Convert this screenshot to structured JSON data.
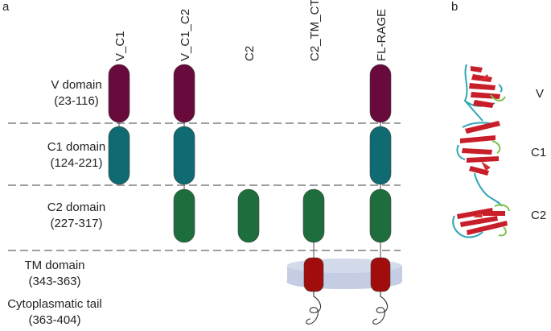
{
  "panel_a": {
    "letter": "a",
    "constructs": [
      "V_C1",
      "V_C1_C2",
      "C2",
      "C2_TM_CT",
      "FL-RAGE"
    ],
    "domains": [
      {
        "name": "V domain",
        "range": "(23-116)"
      },
      {
        "name": "C1 domain",
        "range": "(124-221)"
      },
      {
        "name": "C2 domain",
        "range": "(227-317)"
      },
      {
        "name": "TM domain",
        "range": "(343-363)"
      },
      {
        "name": "Cytoplasmatic tail",
        "range": "(363-404)"
      }
    ],
    "colors": {
      "V": "#680a3c",
      "C1": "#0f6a72",
      "C2": "#1d6e3c",
      "TM": "#a10c0c",
      "membrane": "#c4cde3",
      "dashed_line": "#666666"
    },
    "composition": {
      "V_C1": [
        "V",
        "C1"
      ],
      "V_C1_C2": [
        "V",
        "C1",
        "C2"
      ],
      "C2": [
        "C2"
      ],
      "C2_TM_CT": [
        "C2",
        "TM",
        "CT"
      ],
      "FL-RAGE": [
        "V",
        "C1",
        "C2",
        "TM",
        "CT"
      ]
    }
  },
  "panel_b": {
    "letter": "b",
    "labels": [
      "V",
      "C1",
      "C2"
    ],
    "colors": {
      "strand": "#c81e2a",
      "coil": "#2fa6b4",
      "turn": "#7cc24a"
    }
  }
}
